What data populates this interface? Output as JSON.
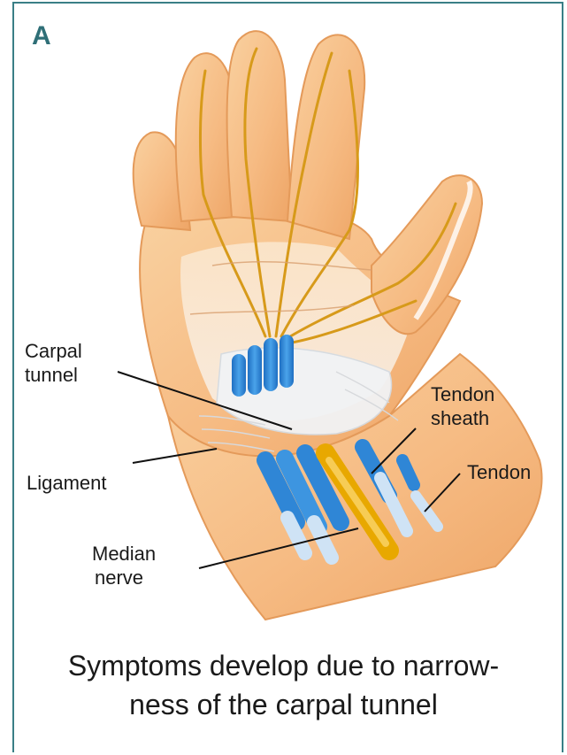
{
  "figure": {
    "panel_letter": "A",
    "labels": {
      "carpal_line1": "Carpal",
      "carpal_line2": "tunnel",
      "ligament": "Ligament",
      "median_line1": "Median",
      "median_line2": "nerve",
      "tendon_sheath_line1": "Tendon",
      "tendon_sheath_line2": "sheath",
      "tendon": "Tendon"
    },
    "caption_line1": "Symptoms develop due to narrow-",
    "caption_line2": "ness of the carpal tunnel",
    "colors": {
      "border": "#3a7f86",
      "skin": "#f7c48d",
      "nerve": "#e8a800",
      "tendon": "#2f86d6"
    }
  }
}
